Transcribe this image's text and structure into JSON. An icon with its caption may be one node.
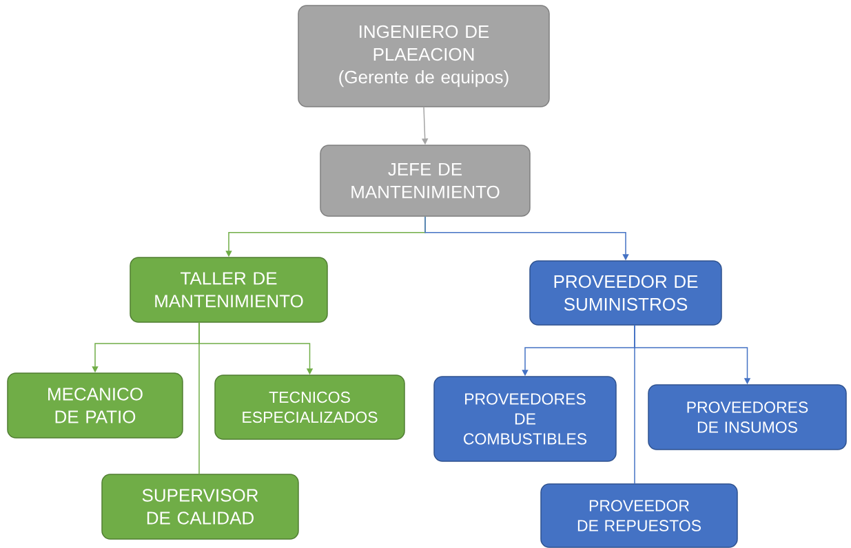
{
  "diagram": {
    "nodes": [
      {
        "text": [
          "INGENIERO DE PLAEACION (Gerente de equipos)"
        ]
      },
      {
        "text": [
          "JEFE DE MANTENIMIENTO"
        ]
      },
      {
        "text": [
          "TALLER DE MANTENIMIENTO"
        ]
      },
      {
        "text": [
          "PROVEEDOR DE SUMINISTROS"
        ]
      },
      {
        "text": [
          "MECANICO DE PATIO"
        ]
      },
      {
        "text": [
          "TECNICOS ESPECIALIZADOS"
        ]
      },
      {
        "text": [
          "SUPERVISOR DE CALIDAD"
        ]
      },
      {
        "text": [
          "PROVEEDORES DE COMBUSTIBLES"
        ]
      },
      {
        "text": [
          "PROVEEDORES DE INSUMOS"
        ]
      },
      {
        "text": [
          "PROVEEDOR DE REPUESTOS"
        ]
      }
    ],
    "edges": [
      {
        "from": 0,
        "to": 1,
        "arrow": "to",
        "color": "#a5a5a5"
      },
      {
        "from": 1,
        "to": 2,
        "arrow": "to",
        "color": "#70ad47"
      },
      {
        "from": 1,
        "to": 3,
        "arrow": "to",
        "color": "#4472c4"
      },
      {
        "from": 2,
        "to": 4,
        "arrow": "to",
        "color": "#70ad47"
      },
      {
        "from": 2,
        "to": 5,
        "arrow": "to",
        "color": "#70ad47"
      },
      {
        "from": 2,
        "to": 6,
        "arrow": "none",
        "color": "#70ad47"
      },
      {
        "from": 3,
        "to": 7,
        "arrow": "to",
        "color": "#4472c4"
      },
      {
        "from": 3,
        "to": 8,
        "arrow": "to",
        "color": "#4472c4"
      },
      {
        "from": 3,
        "to": 9,
        "arrow": "none",
        "color": "#4472c4"
      }
    ]
  }
}
